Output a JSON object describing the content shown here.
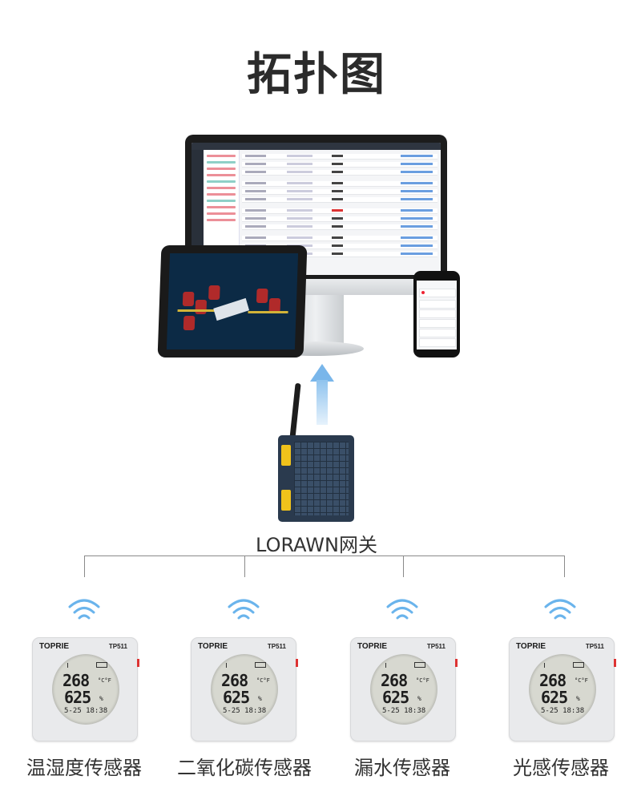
{
  "title": "拓扑图",
  "gateway": {
    "label": "LORAWN网关"
  },
  "sensors": [
    {
      "brand": "TOPRIE",
      "model": "TP511",
      "display_line1": "268",
      "display_line1_unit": "°C°F",
      "display_line2": "625",
      "display_line2_unit": "%",
      "display_line3": "5-25  18:38",
      "label": "温湿度传感器"
    },
    {
      "brand": "TOPRIE",
      "model": "TP511",
      "display_line1": "268",
      "display_line1_unit": "°C°F",
      "display_line2": "625",
      "display_line2_unit": "%",
      "display_line3": "5-25  18:38",
      "label": "二氧化碳传感器"
    },
    {
      "brand": "TOPRIE",
      "model": "TP511",
      "display_line1": "268",
      "display_line1_unit": "°C°F",
      "display_line2": "625",
      "display_line2_unit": "%",
      "display_line3": "5-25  18:38",
      "label": "漏水传感器"
    },
    {
      "brand": "TOPRIE",
      "model": "TP511",
      "display_line1": "268",
      "display_line1_unit": "°C°F",
      "display_line2": "625",
      "display_line2_unit": "%",
      "display_line3": "5-25  18:38",
      "label": "光感传感器"
    }
  ],
  "colors": {
    "wifi": "#6ab4ec",
    "line": "#8a8a8a",
    "arrow": "#79b6ea",
    "gateway_body": "#2a3a4e",
    "gateway_clip": "#f0c21b"
  }
}
